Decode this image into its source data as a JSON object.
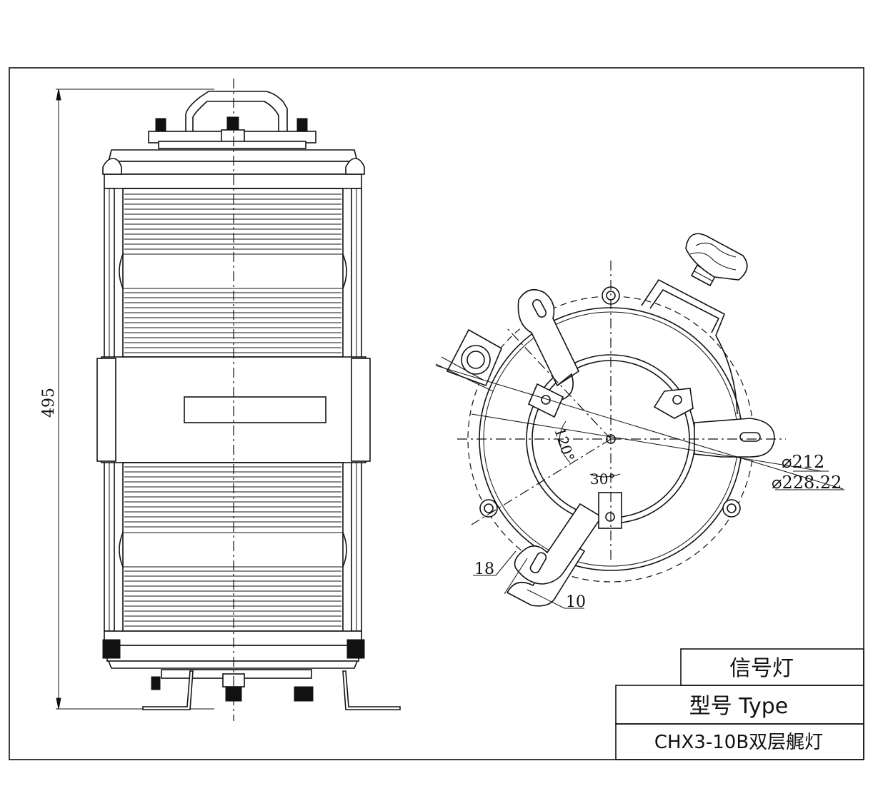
{
  "dimensions": {
    "height": "495",
    "dia_inner": "⌀212",
    "dia_outer": "⌀228.22",
    "width_18": "18",
    "width_10": "10",
    "angle_120": "120°",
    "angle_30": "30°"
  },
  "title_block": {
    "name": "信号灯",
    "type_label": "型号 Type",
    "model": "CHX3-10B双层艉灯"
  }
}
